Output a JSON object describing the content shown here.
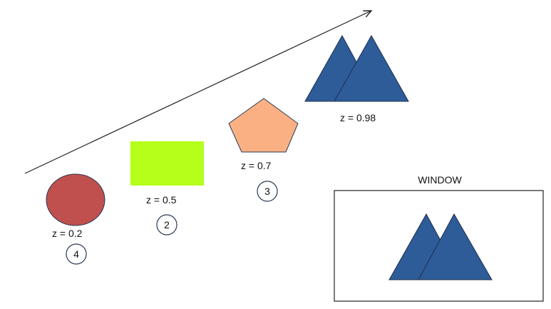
{
  "colors": {
    "circle": "#c0504d",
    "rectangle": "#b5ff1a",
    "pentagon": "#fbb084",
    "triangle": "#2e5c99",
    "outline": "#2a3a55",
    "arrow": "#222222"
  },
  "shapes": {
    "circle": {
      "z_label": "z = 0.2",
      "order": "4"
    },
    "rectangle": {
      "z_label": "z = 0.5",
      "order": "2"
    },
    "pentagon": {
      "z_label": "z = 0.7",
      "order": "3"
    },
    "triangles": {
      "z_label": "z = 0.98"
    }
  },
  "window": {
    "title": "WINDOW"
  }
}
